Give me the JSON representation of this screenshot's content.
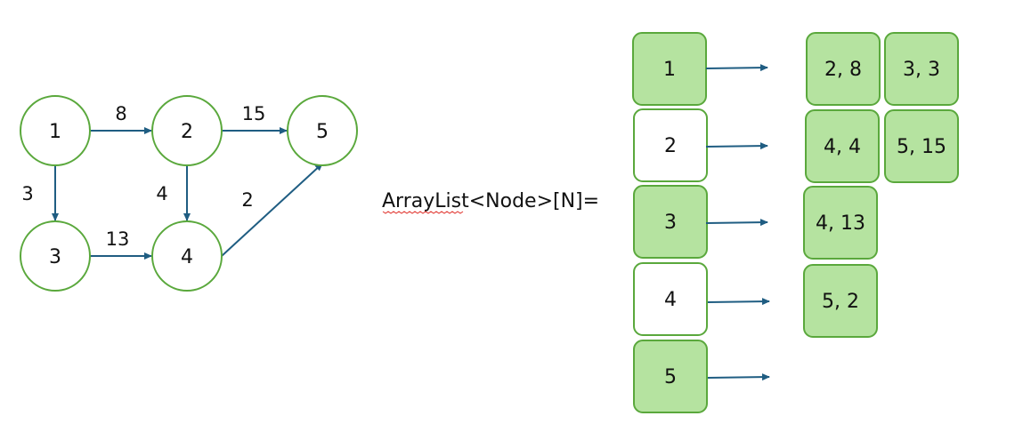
{
  "graph": {
    "nodes": [
      "1",
      "2",
      "3",
      "4",
      "5"
    ],
    "edges": [
      {
        "from": "1",
        "to": "2",
        "weight": "8"
      },
      {
        "from": "2",
        "to": "5",
        "weight": "15"
      },
      {
        "from": "1",
        "to": "3",
        "weight": "3"
      },
      {
        "from": "2",
        "to": "4",
        "weight": "4"
      },
      {
        "from": "3",
        "to": "4",
        "weight": "13"
      },
      {
        "from": "4",
        "to": "5",
        "weight": "2"
      }
    ]
  },
  "declaration": {
    "text_before": "ArrayList",
    "text_after": "<Node>[N]="
  },
  "adjacency": {
    "rows": [
      {
        "index": "1",
        "entries": [
          "2, 8",
          "3, 3"
        ]
      },
      {
        "index": "2",
        "entries": [
          "4, 4",
          "5, 15"
        ]
      },
      {
        "index": "3",
        "entries": [
          "4, 13"
        ]
      },
      {
        "index": "4",
        "entries": [
          "5, 2"
        ]
      },
      {
        "index": "5",
        "entries": []
      }
    ]
  },
  "colors": {
    "node_stroke": "#5aa83c",
    "box_fill": "#b5e3a0",
    "arrow": "#1f5d82",
    "spellcheck": "#e0302a"
  }
}
